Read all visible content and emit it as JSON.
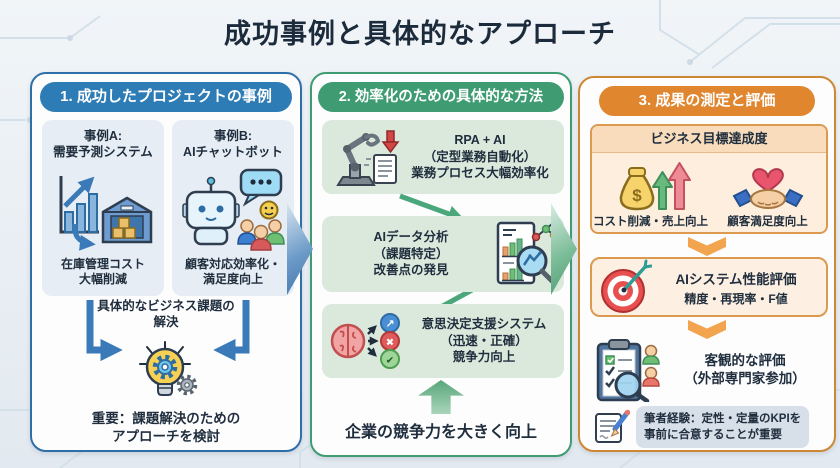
{
  "title": "成功事例と具体的なアプローチ",
  "colors": {
    "col1_accent": "#2e7cb5",
    "col2_accent": "#3f9c72",
    "col3_accent": "#e0862f",
    "col1_border": "#2f6fa8",
    "col3_border": "#cd8836",
    "card_blue_bg": "#e6edf4",
    "card_green_bg": "#dbe9dd",
    "card_peach_bg": "#fdeedd",
    "peach_band_bg": "#f8dcbc",
    "bubble_bg": "#d7dfe8"
  },
  "col1": {
    "header": "1. 成功したプロジェクトの事例",
    "case_a": {
      "title": "事例A:\n需要予測システム",
      "caption": "在庫管理コスト\n大幅削減"
    },
    "case_b": {
      "title": "事例B:\nAIチャットボット",
      "caption": "顧客対応効率化・\n満足度向上"
    },
    "solve_label": "具体的なビジネス課題の\n解決",
    "bottom_note": "重要：課題解決のための\nアプローチを検討"
  },
  "col2": {
    "header": "2. 効率化のための具体的な方法",
    "step1": "RPA + AI\n（定型業務自動化）\n業務プロセス大幅効率化",
    "step2": "AIデータ分析\n（課題特定）\n改善点の発見",
    "step3": "意思決定支援システム\n（迅速・正確）\n競争力向上",
    "bottom_note": "企業の競争力を大きく向上"
  },
  "col3": {
    "header": "3. 成果の測定と評価",
    "goal": {
      "title": "ビジネス目標達成度",
      "left_caption": "コスト削減・売上向上",
      "right_caption": "顧客満足度向上"
    },
    "perf": {
      "line1": "AIシステム性能評価",
      "line2": "精度・再現率・F値"
    },
    "objective": "客観的な評価\n（外部専門家参加）",
    "author_note": "筆者経験：定性・定量のKPIを\n事前に合意することが重要"
  },
  "glyphs": {
    "dollar": "$",
    "check": "✔",
    "cross": "✖",
    "up_right": "↗"
  }
}
